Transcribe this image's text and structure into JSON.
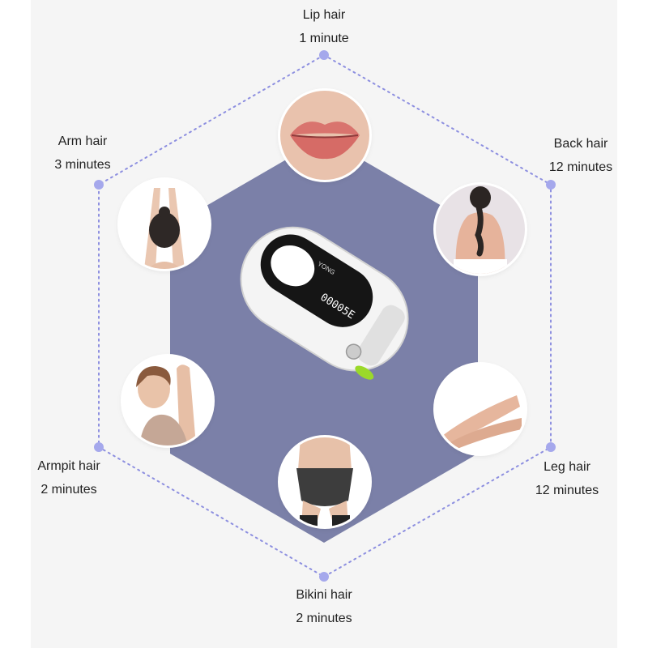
{
  "colors": {
    "hexagon_fill": "#7b80a8",
    "outline_dots": "#8d8fe0",
    "panel_bg": "#f5f5f5",
    "device_body": "#f4f4f4",
    "device_screen": "#151515",
    "device_accent": "#9bd92a"
  },
  "areas": [
    {
      "name": "Lip hair",
      "time": "1 minute",
      "icon": "lips-photo"
    },
    {
      "name": "Back hair",
      "time": "12 minutes",
      "icon": "back-photo"
    },
    {
      "name": "Leg hair",
      "time": "12 minutes",
      "icon": "legs-photo"
    },
    {
      "name": "Bikini hair",
      "time": "2 minutes",
      "icon": "bikini-photo"
    },
    {
      "name": "Armpit hair",
      "time": "2 minutes",
      "icon": "armpit-photo"
    },
    {
      "name": "Arm hair",
      "time": "3 minutes",
      "icon": "arms-photo"
    }
  ],
  "device": {
    "brand": "YONG",
    "display": "00005E",
    "icon": "ipl-hair-removal-device"
  }
}
